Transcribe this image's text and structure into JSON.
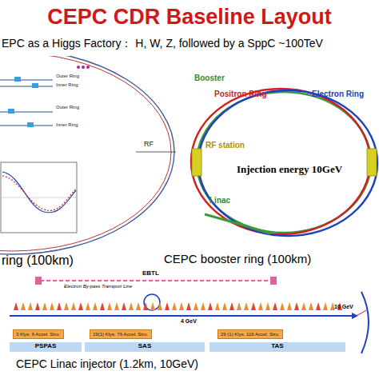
{
  "diagram": {
    "title": "CEPC CDR Baseline Layout",
    "nodes": [
      {
        "text": [
          "3 Klys. 6 Accel. Stru."
        ]
      },
      {
        "text": [
          "19(1) Klys. 76 Accel. Stru."
        ]
      },
      {
        "text": [
          "29 (1) Klys. 116 Accel. Stru."
        ]
      }
    ],
    "labels": [
      "EPC as a Higgs Factory：  H, W, Z, followed by a SppC ~100TeV",
      "Outer Ring",
      "Inner Ring",
      "Outer Ring",
      "Inner Ring",
      "RF",
      "ring (100km)",
      "Booster",
      "Positron Ring",
      "Electron Ring",
      "RF station",
      "Injection energy 10GeV",
      "Linac",
      "CEPC booster ring (100km)",
      "EBTL",
      "Electron By-pass Transport Line",
      "4 GeV",
      "10 GeV",
      "PSPAS",
      "SAS",
      "TAS",
      "CEPC Linac injector (1.2km, 10GeV)"
    ]
  }
}
